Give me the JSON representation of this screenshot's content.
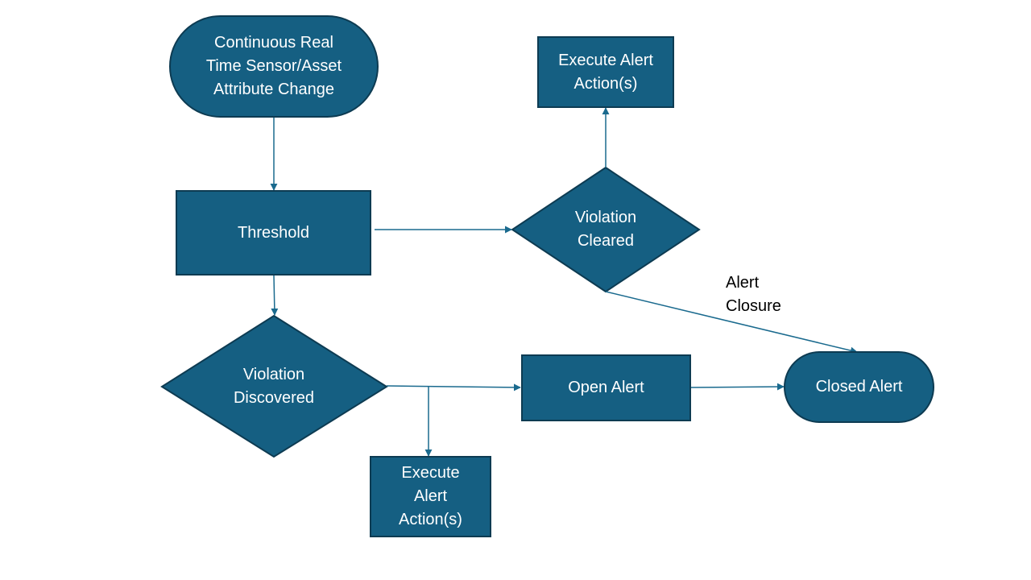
{
  "nodes": {
    "start": "Continuous Real\nTime Sensor/Asset\nAttribute Change",
    "threshold": "Threshold",
    "violation_cleared": "Violation\nCleared",
    "execute_top": "Execute Alert\nAction(s)",
    "violation_discovered": "Violation\nDiscovered",
    "open_alert": "Open Alert",
    "closed_alert": "Closed Alert",
    "execute_bottom": "Execute\nAlert\nAction(s)"
  },
  "edge_labels": {
    "alert_closure": "Alert\nClosure"
  },
  "colors": {
    "node_fill": "#155f82",
    "node_border": "#0d3b52",
    "connector": "#1a6a8e",
    "node_text": "#ffffff"
  }
}
